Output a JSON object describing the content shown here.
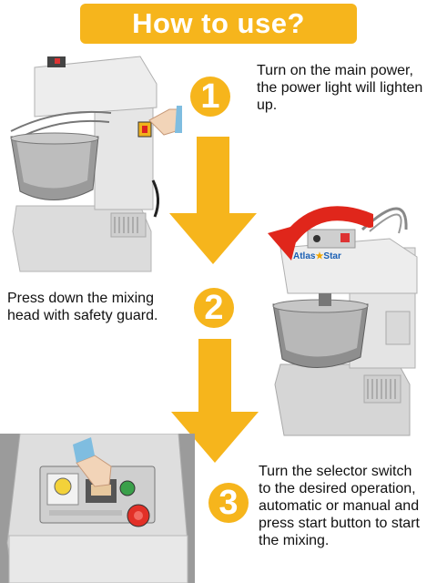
{
  "title": "How to use?",
  "colors": {
    "accent": "#f6b51c",
    "red_arrow": "#e0261b",
    "text": "#111111"
  },
  "steps": [
    {
      "number": "1",
      "text_lines": [
        "Turn on the main power,",
        "the power light will lighten",
        "up."
      ]
    },
    {
      "number": "2",
      "text_lines": [
        "Press down the mixing",
        "head with safety guard."
      ]
    },
    {
      "number": "3",
      "text_lines": [
        "Turn the selector switch",
        "to the desired operation,",
        "automatic or manual and",
        "press start button to start",
        "the mixing."
      ]
    }
  ],
  "brand": {
    "name_left": "Atlas",
    "name_right": "Star"
  },
  "icons": [
    "hand-pointer-icon",
    "curved-red-arrow-icon",
    "down-arrow-icon"
  ]
}
